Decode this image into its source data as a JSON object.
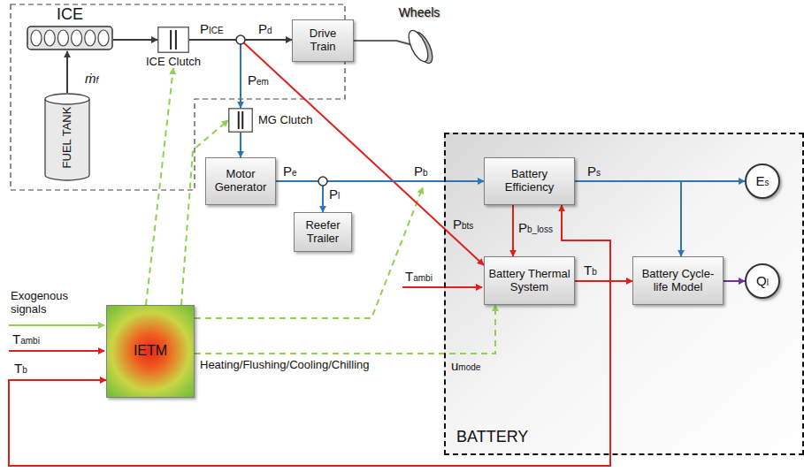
{
  "diagram": {
    "nodes": [
      {
        "text": [
          "ICE"
        ]
      },
      {
        "text": [
          "FUEL TANK"
        ]
      },
      {
        "text": [
          "ICE Clutch"
        ]
      },
      {
        "text": [
          "MG Clutch"
        ]
      },
      {
        "text": [
          "Drive Train"
        ]
      },
      {
        "text": [
          "Wheels"
        ]
      },
      {
        "text": [
          "Motor Generator"
        ]
      },
      {
        "text": [
          "Reefer Trailer"
        ]
      },
      {
        "text": [
          "IETM"
        ]
      },
      {
        "text": [
          "BATTERY"
        ]
      },
      {
        "text": [
          "Battery Efficiency"
        ],
        "in": 9
      },
      {
        "text": [
          "Battery Thermal System"
        ],
        "in": 9
      },
      {
        "text": [
          "Battery Cycle-life Model"
        ],
        "in": 9
      },
      {
        "text": [
          "Es"
        ],
        "in": 9
      },
      {
        "text": [
          "Ql"
        ],
        "in": 9
      }
    ],
    "edges": [
      {
        "from": 1,
        "to": 0,
        "arrow": "to"
      },
      {
        "from": 0,
        "to": 2,
        "arrow": "to"
      },
      {
        "from": 2,
        "to": 4,
        "arrow": "to"
      },
      {
        "from": 2,
        "to": 3,
        "arrow": "to"
      },
      {
        "from": 2,
        "to": 11,
        "arrow": "to"
      },
      {
        "from": 4,
        "to": 5,
        "arrow": "none"
      },
      {
        "from": 3,
        "to": 6,
        "arrow": "to"
      },
      {
        "from": 6,
        "to": 7,
        "arrow": "to"
      },
      {
        "from": 6,
        "to": 10,
        "arrow": "to"
      },
      {
        "from": 10,
        "to": 13,
        "arrow": "to"
      },
      {
        "from": 10,
        "to": 12,
        "arrow": "to"
      },
      {
        "from": 10,
        "to": 11,
        "arrow": "to"
      },
      {
        "from": 11,
        "to": 12,
        "arrow": "to"
      },
      {
        "from": 11,
        "to": 10,
        "arrow": "to"
      },
      {
        "from": 11,
        "to": 8,
        "arrow": "to"
      },
      {
        "from": 12,
        "to": 14,
        "arrow": "to"
      },
      {
        "from": 8,
        "to": 2,
        "arrow": "to"
      },
      {
        "from": 8,
        "to": 3,
        "arrow": "to"
      },
      {
        "from": 8,
        "to": 11,
        "arrow": "to",
        "label": "Heating/Flushing/Cooling/Chilling"
      }
    ],
    "labels": [
      "ṁf",
      "PICE",
      "Pd",
      "Pem",
      "Pe",
      "Pl",
      "Pb",
      "Ps",
      "Pb_loss",
      "Pbts",
      "Tambi",
      "Tb",
      "umode",
      "Exogenous signals",
      "Tambi",
      "Tb"
    ]
  }
}
